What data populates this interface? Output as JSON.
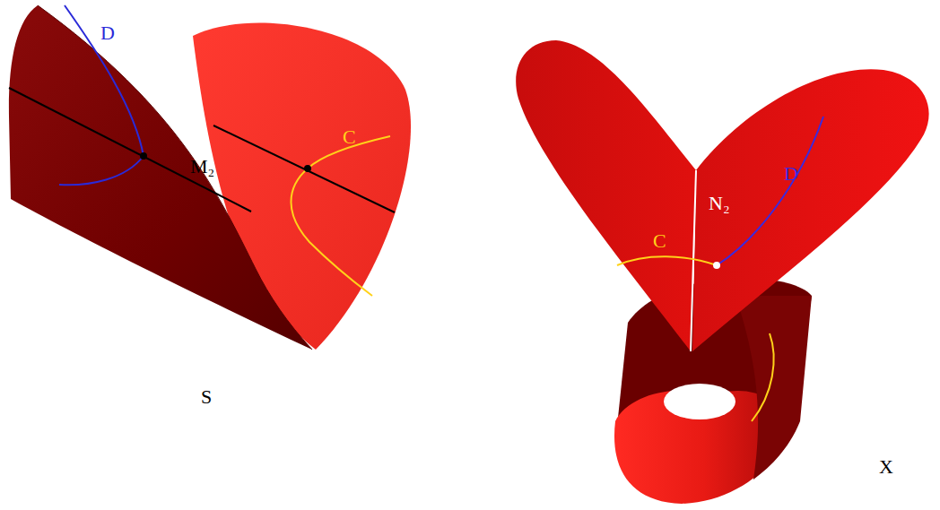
{
  "diagram": {
    "labels": [
      "D",
      "M₂",
      "C",
      "S",
      "N₂",
      "D",
      "C",
      "X"
    ]
  }
}
